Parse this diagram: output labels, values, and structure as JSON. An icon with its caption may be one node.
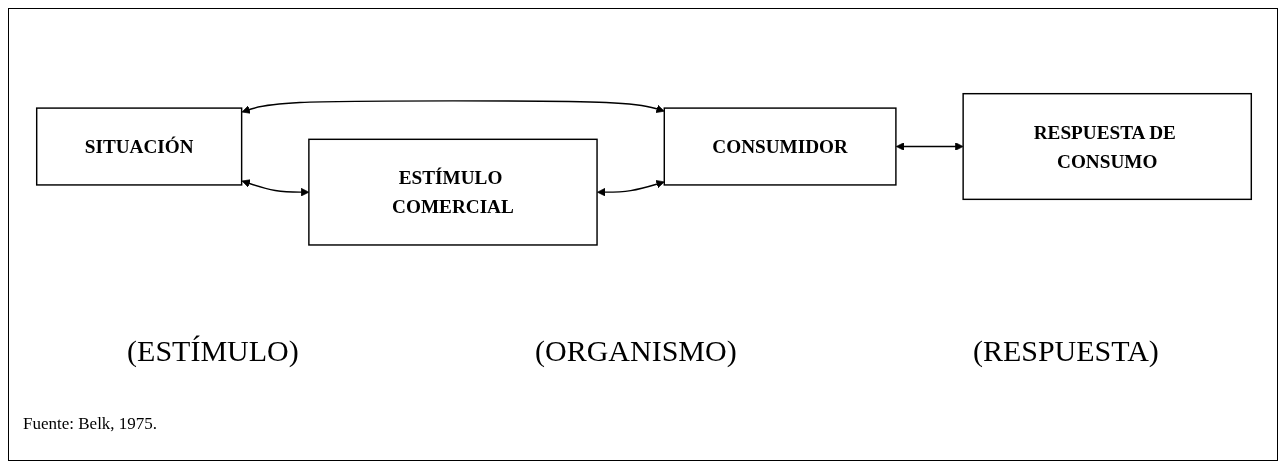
{
  "diagram": {
    "caption": "Fuente: Belk, 1975.",
    "nodes": [
      {
        "text": [
          "SITUACIÓN"
        ]
      },
      {
        "text": [
          "ESTÍMULO COMERCIAL"
        ]
      },
      {
        "text": [
          "CONSUMIDOR"
        ]
      },
      {
        "text": [
          "RESPUESTA DE CONSUMO"
        ]
      }
    ],
    "edges": [
      {
        "from": 0,
        "to": 1,
        "arrow": "both"
      },
      {
        "from": 0,
        "to": 2,
        "arrow": "both"
      },
      {
        "from": 1,
        "to": 2,
        "arrow": "both"
      },
      {
        "from": 2,
        "to": 3,
        "arrow": "both"
      }
    ],
    "labels": [
      "(ESTÍMULO)",
      "(ORGANISMO)",
      "(RESPUESTA)"
    ]
  }
}
